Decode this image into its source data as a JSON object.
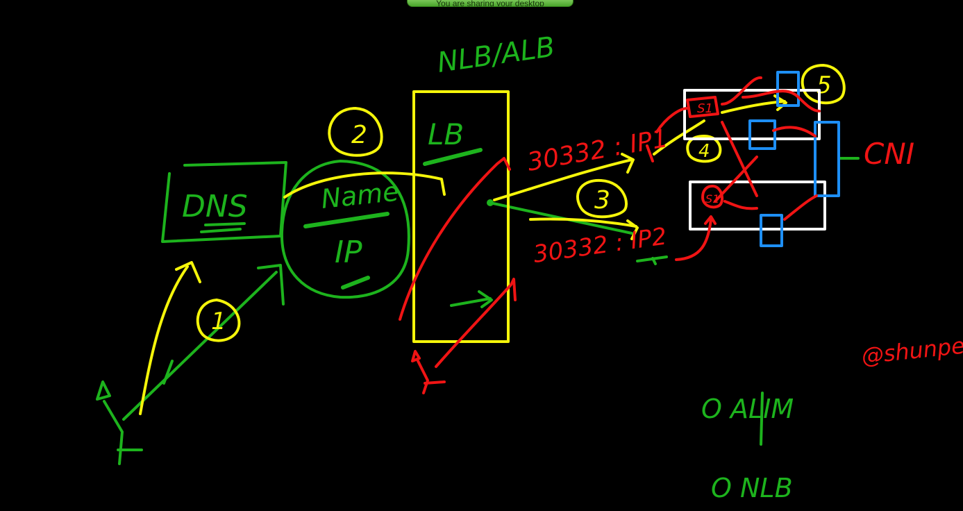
{
  "banner": {
    "text": "You are sharing your desktop"
  },
  "colors": {
    "green": "#1db31d",
    "yellow": "#f5f50a",
    "red": "#f01414",
    "white": "#ffffff",
    "blue": "#1e8ff5",
    "background": "#000000"
  },
  "labels": {
    "nlb_alb": "NLB/ALB",
    "dns": "DNS",
    "name": "Name",
    "ip": "IP",
    "lb": "LB",
    "cni": "CNI",
    "node_port_top": "30332 : IP1",
    "node_port_bottom": "30332 : IP2",
    "pod_top": "S1",
    "pod_bottom": "S1",
    "ashunpe": "@shunpe",
    "option_alim": "O ALIM",
    "option_nlb": "O NLB"
  },
  "steps": {
    "step1": "1",
    "step2": "2",
    "step3": "3",
    "step4": "4",
    "step5": "5"
  }
}
